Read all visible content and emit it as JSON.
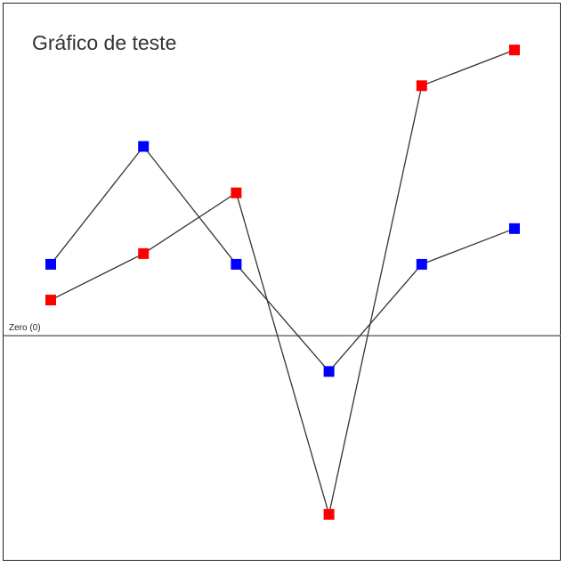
{
  "chart_data": {
    "type": "line",
    "title": "Gráfico de teste",
    "x": [
      1,
      2,
      3,
      4,
      5,
      6
    ],
    "series": [
      {
        "values": [
          2,
          5.3,
          2,
          -1,
          2,
          3
        ],
        "color": "#0000ff",
        "marker": "square"
      },
      {
        "values": [
          1,
          2.3,
          4,
          -5,
          7,
          8
        ],
        "color": "#ff0000",
        "marker": "square"
      }
    ],
    "line_color": "#333333",
    "ylim": [
      -6.3,
      9.3
    ],
    "baseline": {
      "value": 0,
      "label": "Zero (0)"
    },
    "grid": false,
    "legend": "none"
  }
}
